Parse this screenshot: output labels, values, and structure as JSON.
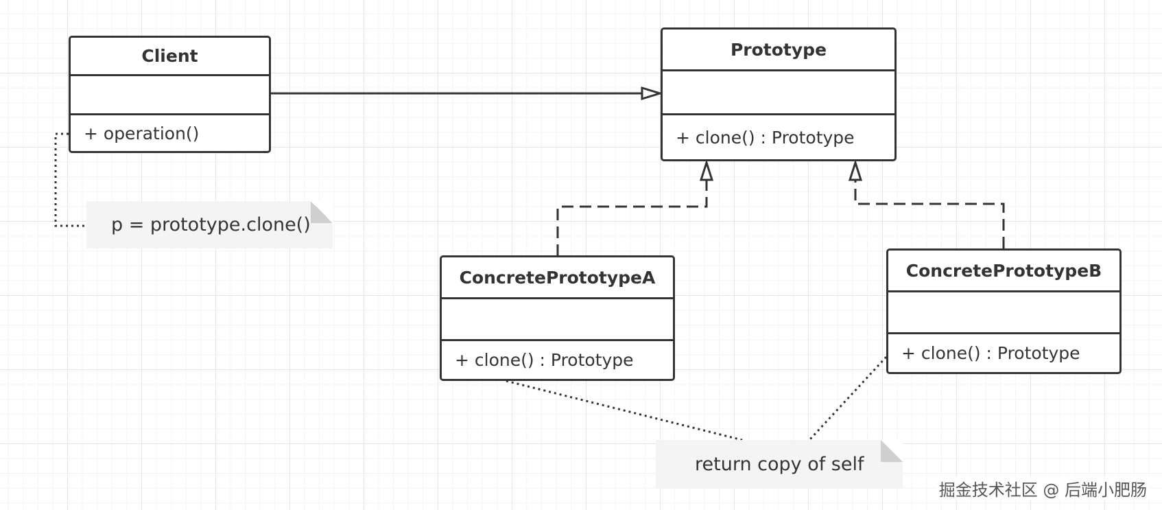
{
  "classes": {
    "client": {
      "name": "Client",
      "operation": "+ operation()"
    },
    "prototype": {
      "name": "Prototype",
      "operation": "+ clone() : Prototype"
    },
    "concrete_a": {
      "name": "ConcretePrototypeA",
      "operation": "+ clone() : Prototype"
    },
    "concrete_b": {
      "name": "ConcretePrototypeB",
      "operation": "+ clone() : Prototype"
    }
  },
  "notes": {
    "client_note": "p = prototype.clone()",
    "concrete_note": "return copy of self"
  },
  "watermark": "掘金技术社区 @ 后端小肥肠",
  "colors": {
    "line": "#333333",
    "note_background": "#f4f4f4",
    "note_fold": "#cfcfcf",
    "grid": "#e6e6e6"
  }
}
